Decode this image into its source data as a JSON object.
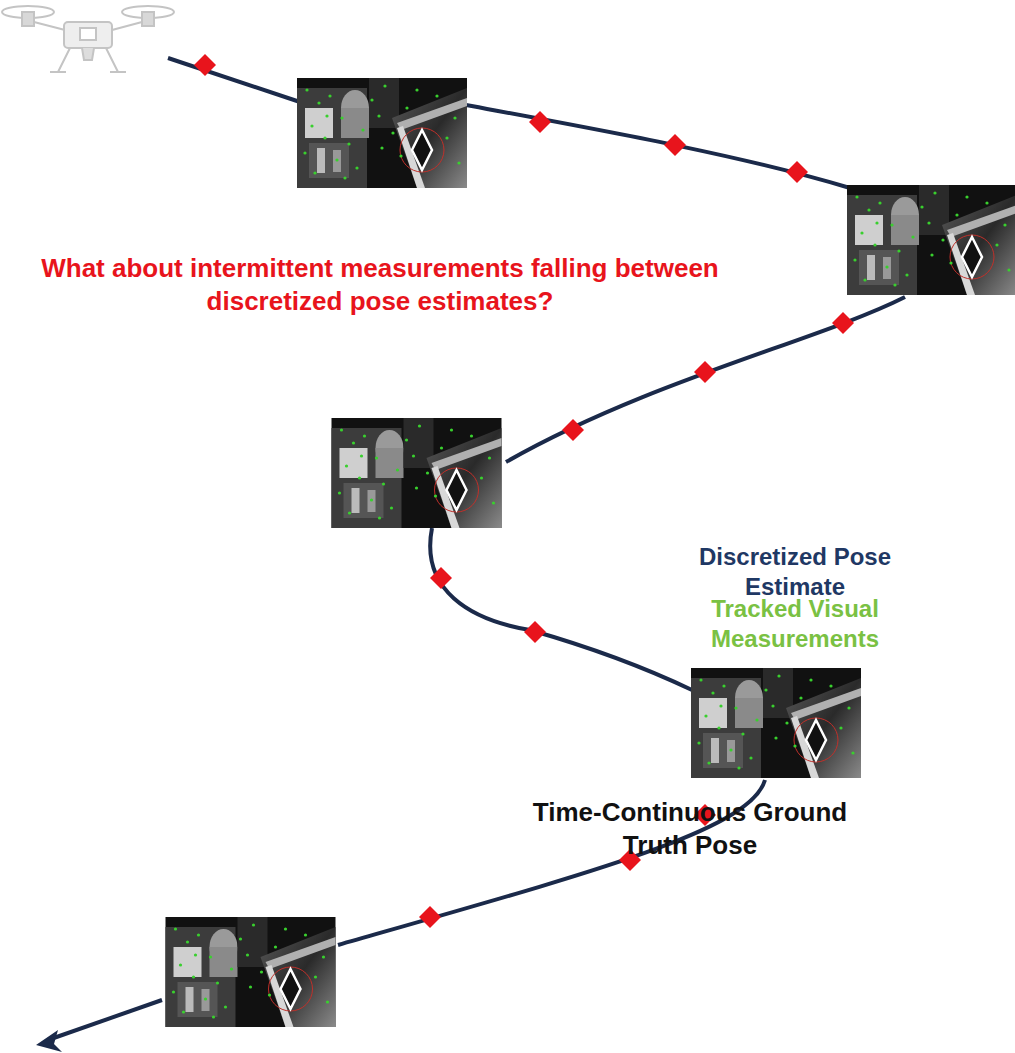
{
  "diagram": {
    "labels": [
      "What about intermittent measurements falling between discretized pose estimates?",
      "Discretized Pose Estimate",
      "Tracked Visual Measurements",
      "Time-Continuous Ground Truth Pose"
    ]
  }
}
